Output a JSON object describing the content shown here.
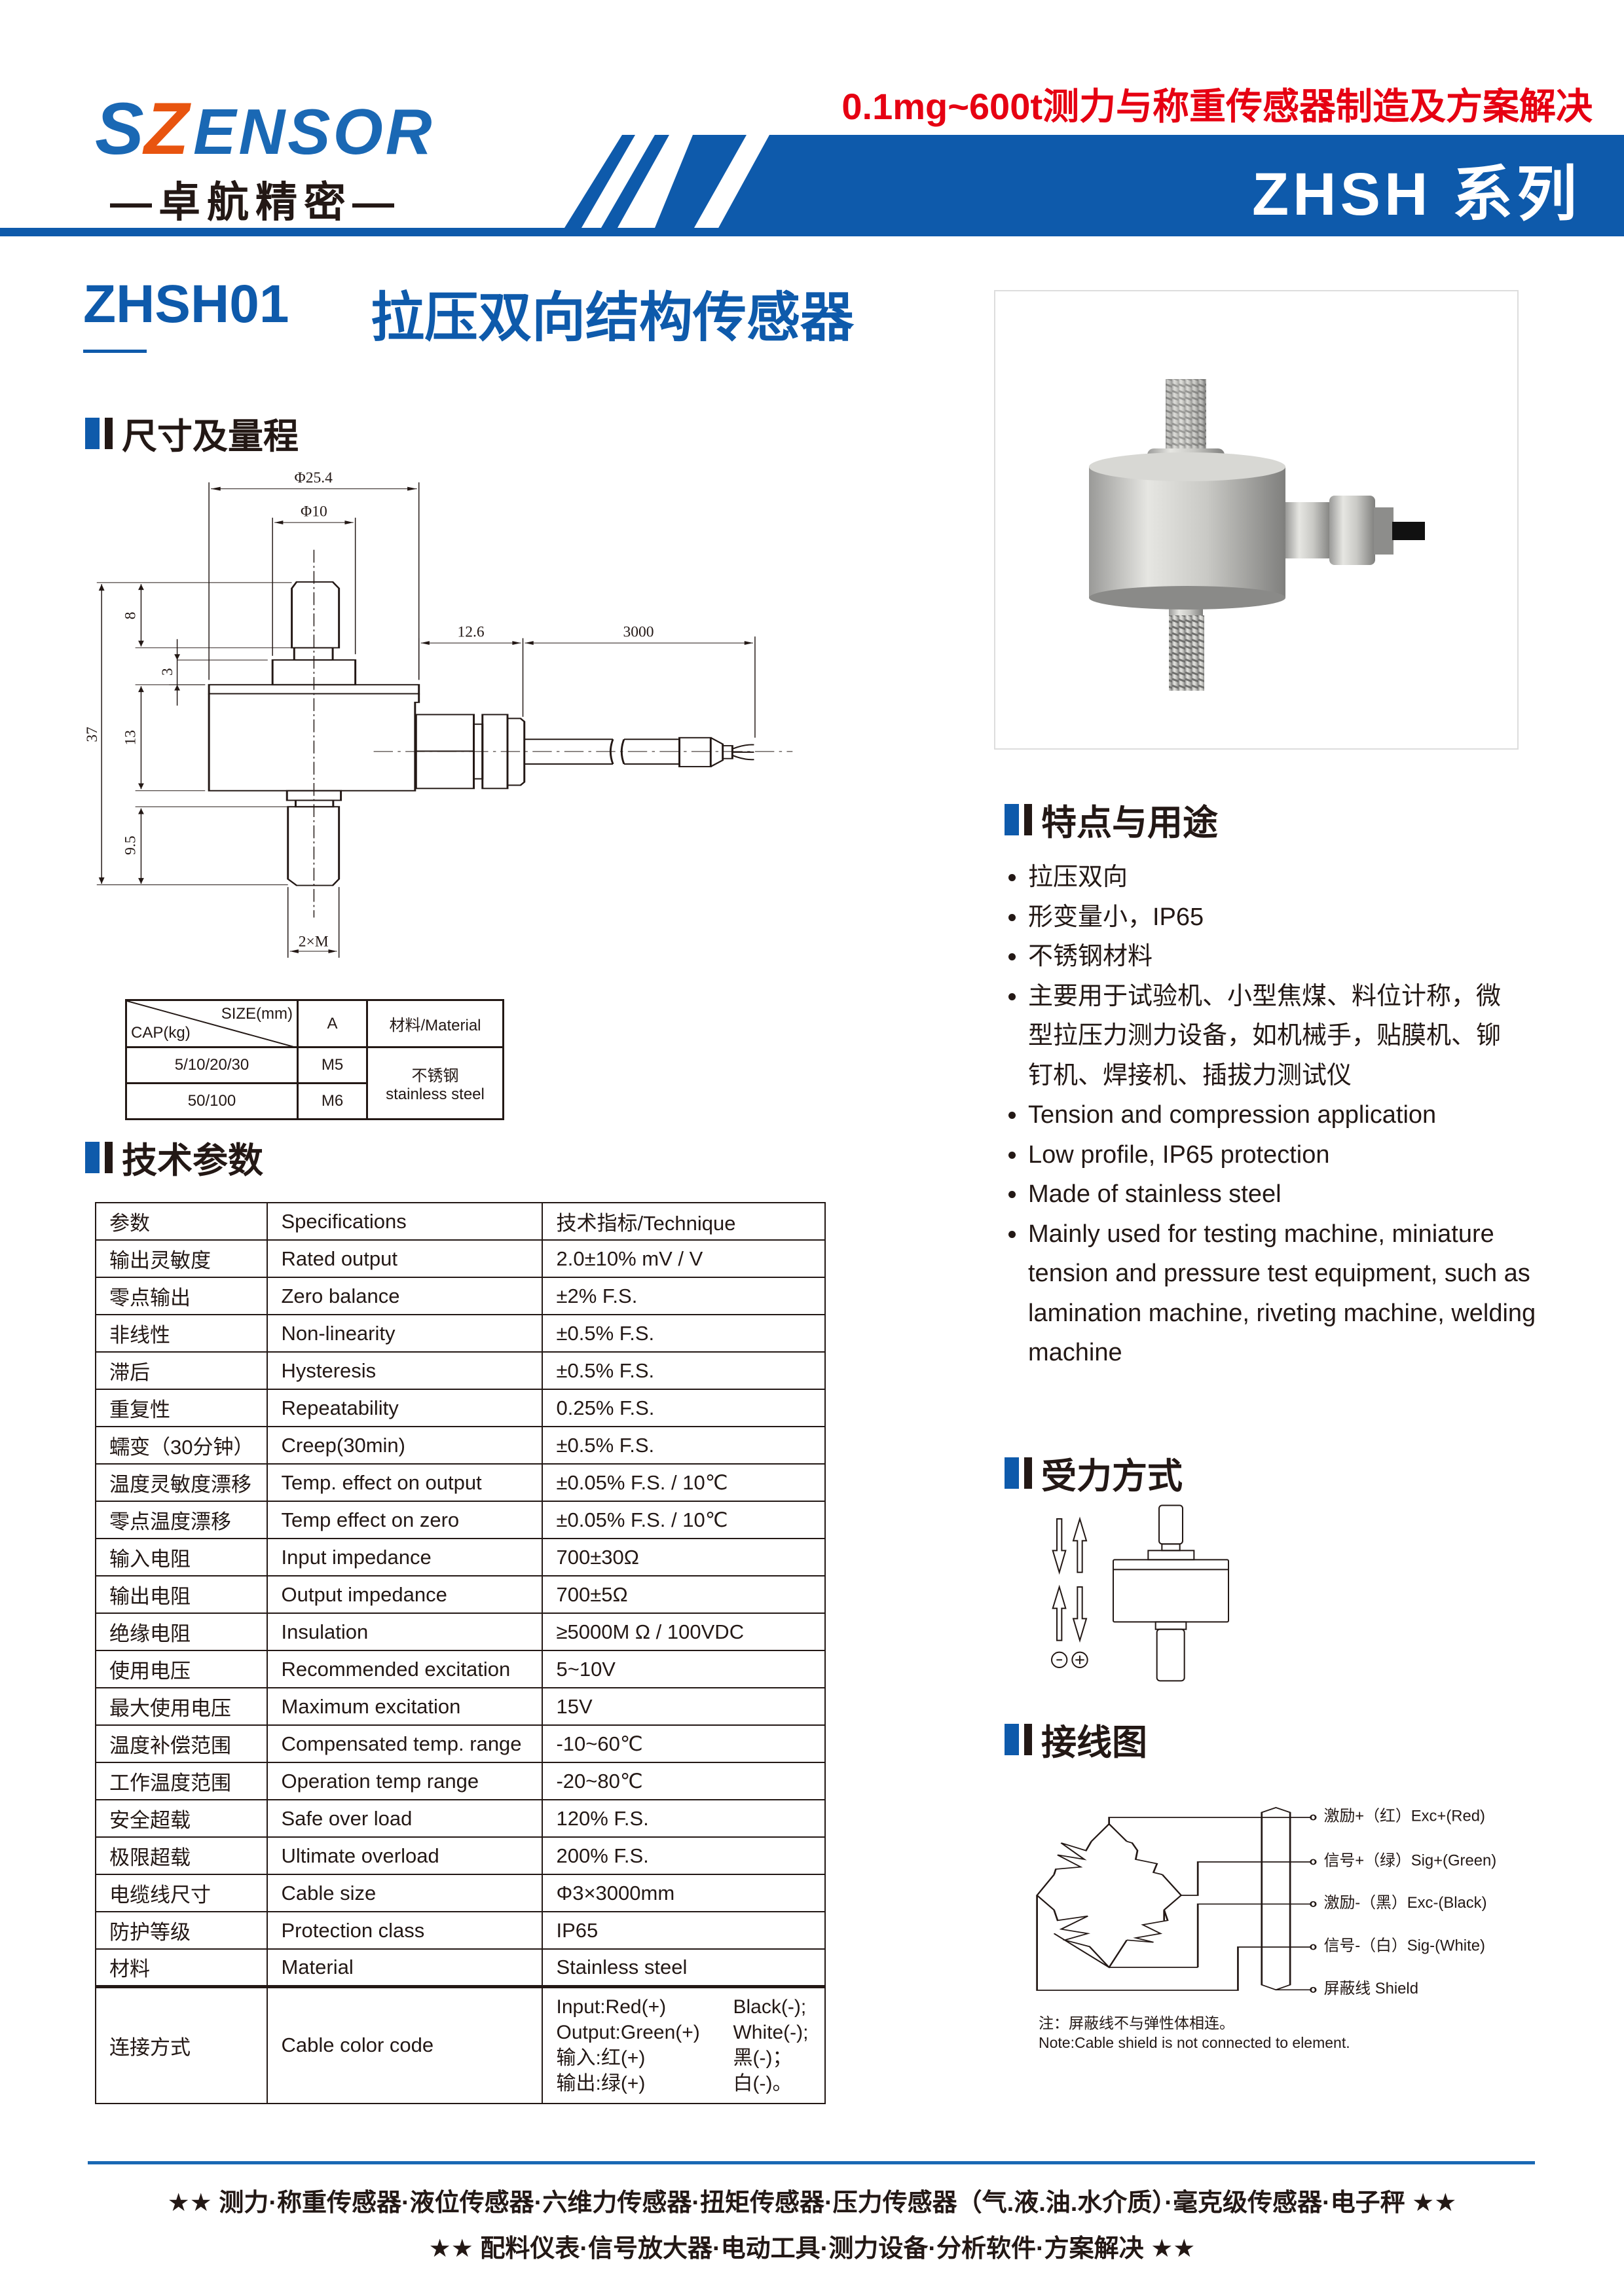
{
  "header": {
    "brand_logo": "SZENSOR",
    "brand_sub": "—卓航精密—",
    "slogan": "0.1mg~600t测力与称重传感器制造及方案解决",
    "series": "ZHSH 系列",
    "colors": {
      "brand_blue": "#0e5aab",
      "slogan_red": "#e60012",
      "logo_orange": "#e8540f"
    }
  },
  "product": {
    "model": "ZHSH01",
    "title": "拉压双向结构传感器"
  },
  "sections": {
    "dimensions": "尺寸及量程",
    "specs": "技术参数",
    "features": "特点与用途",
    "loading": "受力方式",
    "wiring": "接线图"
  },
  "drawing": {
    "dims": {
      "d_outer": "Φ25.4",
      "d_inner": "Φ10",
      "h_total": "37",
      "h_top": "8",
      "h_step": "3",
      "h_body": "13",
      "h_bottom": "9.5",
      "gland": "12.6",
      "cable": "3000",
      "thread": "2×M"
    }
  },
  "size_table": {
    "diag_top": "SIZE(mm)",
    "diag_bottom": "CAP(kg)",
    "col_a": "A",
    "col_material": "材料/Material",
    "rows": [
      {
        "cap": "5/10/20/30",
        "a": "M5"
      },
      {
        "cap": "50/100",
        "a": "M6"
      }
    ],
    "material_cn": "不锈钢",
    "material_en": "stainless steel"
  },
  "spec_table": {
    "headers": [
      "参数",
      "Specifications",
      "技术指标/Technique"
    ],
    "rows": [
      [
        "输出灵敏度",
        "Rated output",
        "2.0±10%  mV / V"
      ],
      [
        "零点输出",
        "Zero balance",
        "±2% F.S."
      ],
      [
        "非线性",
        "Non-linearity",
        "±0.5% F.S."
      ],
      [
        "滞后",
        "Hysteresis",
        "±0.5% F.S."
      ],
      [
        "重复性",
        "Repeatability",
        "0.25% F.S."
      ],
      [
        "蠕变（30分钟）",
        "Creep(30min)",
        "±0.5% F.S."
      ],
      [
        "温度灵敏度漂移",
        "Temp. effect on output",
        "±0.05% F.S. / 10℃"
      ],
      [
        "零点温度漂移",
        "Temp effect on zero",
        "±0.05% F.S. / 10℃"
      ],
      [
        "输入电阻",
        "Input impedance",
        "700±30Ω"
      ],
      [
        "输出电阻",
        "Output impedance",
        "700±5Ω"
      ],
      [
        "绝缘电阻",
        "Insulation",
        "≥5000M Ω / 100VDC"
      ],
      [
        "使用电压",
        "Recommended excitation",
        "5~10V"
      ],
      [
        "最大使用电压",
        "Maximum excitation",
        "15V"
      ],
      [
        "温度补偿范围",
        "Compensated temp. range",
        "-10~60℃"
      ],
      [
        "工作温度范围",
        "Operation temp range",
        "-20~80℃"
      ],
      [
        "安全超载",
        "Safe over load",
        "120% F.S."
      ],
      [
        "极限超载",
        "Ultimate overload",
        "200% F.S."
      ],
      [
        "电缆线尺寸",
        "Cable size",
        "Φ3×3000mm"
      ],
      [
        "防护等级",
        "Protection class",
        "IP65"
      ],
      [
        "材料",
        "Material",
        "Stainless steel"
      ]
    ],
    "connection": {
      "param": "连接方式",
      "spec": "Cable color code",
      "lines": [
        [
          "Input:Red(+)",
          "Black(-);"
        ],
        [
          "Output:Green(+)",
          "White(-);"
        ],
        [
          "输入:红(+)",
          "黑(-)；"
        ],
        [
          "输出:绿(+)",
          "白(-)。"
        ]
      ]
    }
  },
  "features": [
    "拉压双向",
    "形变量小，IP65",
    "不锈钢材料",
    "主要用于试验机、小型焦煤、料位计称，微型拉压力测力设备，如机械手，贴膜机、铆钉机、焊接机、插拔力测试仪",
    "Tension and compression application",
    "Low profile, IP65 protection",
    "Made of stainless steel",
    "Mainly used for testing machine, miniature tension and pressure test equipment, such as lamination machine, riveting machine, welding machine"
  ],
  "loading": {
    "minus": "−",
    "plus": "+"
  },
  "wiring": {
    "labels": [
      "激励+（红）Exc+(Red)",
      "信号+（绿）Sig+(Green)",
      "激励-（黑）Exc-(Black)",
      "信号-（白）Sig-(White)",
      "屏蔽线  Shield"
    ],
    "note_cn": "注：屏蔽线不与弹性体相连。",
    "note_en": "Note:Cable shield is not connected to element."
  },
  "footer": {
    "line1": "★★ 测力·称重传感器·液位传感器·六维力传感器·扭矩传感器·压力传感器（气.液.油.水介质）·毫克级传感器·电子秤 ★★",
    "line2": "★★ 配料仪表·信号放大器·电动工具·测力设备·分析软件·方案解决 ★★"
  }
}
